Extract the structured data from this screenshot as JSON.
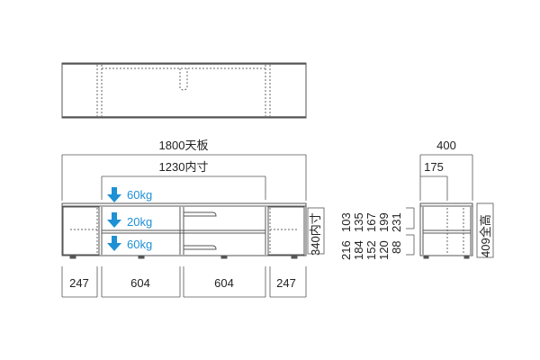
{
  "dimensions": {
    "top_board": "1800天板",
    "inner_width": "1230内寸",
    "depth": "400",
    "inner_depth": "175",
    "inner_height": "340内寸",
    "total_height": "409全高",
    "compartments": [
      "247",
      "604",
      "604",
      "247"
    ],
    "shelf_height_columns": [
      [
        "216",
        "184",
        "152",
        "120",
        "88"
      ],
      [
        "103",
        "135",
        "167",
        "199",
        "231"
      ]
    ]
  },
  "loads": [
    "60kg",
    "20kg",
    "60kg"
  ],
  "colors": {
    "outline": "#555555",
    "load_accent": "#1e90d6",
    "dashed": "#666666"
  }
}
